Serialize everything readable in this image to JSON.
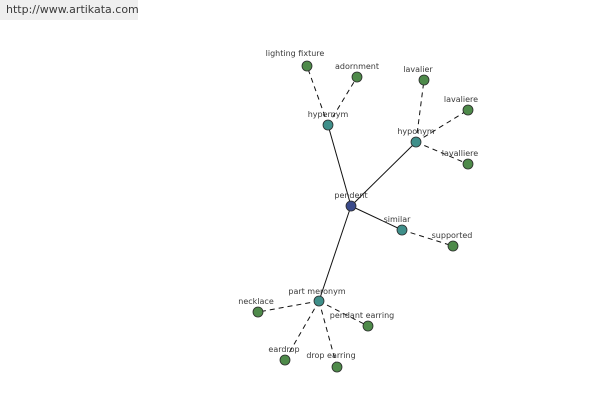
{
  "banner": {
    "text": "http://www.artikata.com"
  },
  "colors": {
    "center": "#3a4a8a",
    "relation": "#3f8f8a",
    "leaf": "#4e8a4a"
  },
  "graph": {
    "nodes": [
      {
        "id": "pendent",
        "label": "pendent",
        "kind": "center"
      },
      {
        "id": "hypernym",
        "label": "hypernym",
        "kind": "relation"
      },
      {
        "id": "hyponym",
        "label": "hyponym",
        "kind": "relation"
      },
      {
        "id": "similar",
        "label": "similar",
        "kind": "relation"
      },
      {
        "id": "part-meronym",
        "label": "part meronym",
        "kind": "relation"
      },
      {
        "id": "lighting-fixture",
        "label": "lighting fixture",
        "kind": "leaf"
      },
      {
        "id": "adornment",
        "label": "adornment",
        "kind": "leaf"
      },
      {
        "id": "lavalier",
        "label": "lavalier",
        "kind": "leaf"
      },
      {
        "id": "lavaliere",
        "label": "lavaliere",
        "kind": "leaf"
      },
      {
        "id": "lavalliere",
        "label": "lavalliere",
        "kind": "leaf"
      },
      {
        "id": "supported",
        "label": "supported",
        "kind": "leaf"
      },
      {
        "id": "necklace",
        "label": "necklace",
        "kind": "leaf"
      },
      {
        "id": "pendant-earring",
        "label": "pendant earring",
        "kind": "leaf"
      },
      {
        "id": "eardrop",
        "label": "eardrop",
        "kind": "leaf"
      },
      {
        "id": "drop-earring",
        "label": "drop earring",
        "kind": "leaf"
      }
    ],
    "edges": [
      {
        "from": "pendent",
        "to": "hypernym",
        "style": "solid"
      },
      {
        "from": "pendent",
        "to": "hyponym",
        "style": "solid"
      },
      {
        "from": "pendent",
        "to": "similar",
        "style": "solid"
      },
      {
        "from": "pendent",
        "to": "part-meronym",
        "style": "solid"
      },
      {
        "from": "hypernym",
        "to": "lighting-fixture",
        "style": "dashed"
      },
      {
        "from": "hypernym",
        "to": "adornment",
        "style": "dashed"
      },
      {
        "from": "hyponym",
        "to": "lavalier",
        "style": "dashed"
      },
      {
        "from": "hyponym",
        "to": "lavaliere",
        "style": "dashed"
      },
      {
        "from": "hyponym",
        "to": "lavalliere",
        "style": "dashed"
      },
      {
        "from": "similar",
        "to": "supported",
        "style": "dashed"
      },
      {
        "from": "part-meronym",
        "to": "necklace",
        "style": "dashed"
      },
      {
        "from": "part-meronym",
        "to": "pendant-earring",
        "style": "dashed"
      },
      {
        "from": "part-meronym",
        "to": "eardrop",
        "style": "dashed"
      },
      {
        "from": "part-meronym",
        "to": "drop-earring",
        "style": "dashed"
      }
    ]
  }
}
